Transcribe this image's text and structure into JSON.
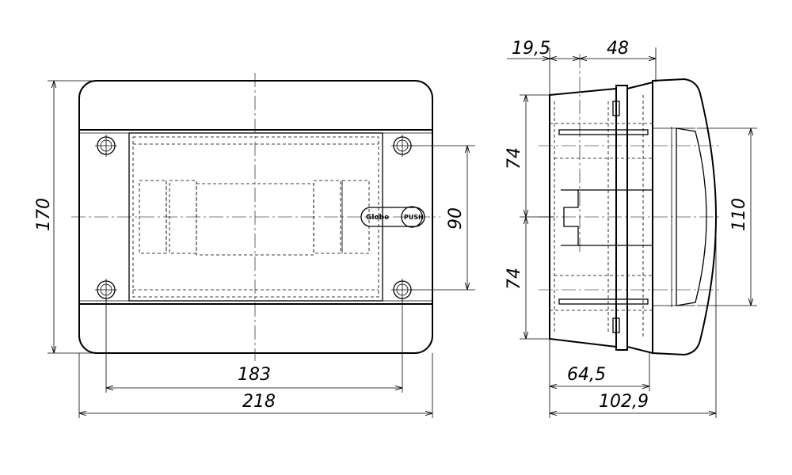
{
  "dimensions": {
    "front_total_width": "218",
    "front_hole_spacing_w": "183",
    "front_total_height": "170",
    "front_hole_spacing_h": "90",
    "side_top_offset": "19,5",
    "side_cover_depth": "48",
    "side_upper_half": "74",
    "side_lower_half": "74",
    "side_window_height": "110",
    "side_body_depth": "64,5",
    "side_total_depth": "102,9"
  },
  "labels": {
    "brand": "Globe",
    "push": "PUSH"
  }
}
